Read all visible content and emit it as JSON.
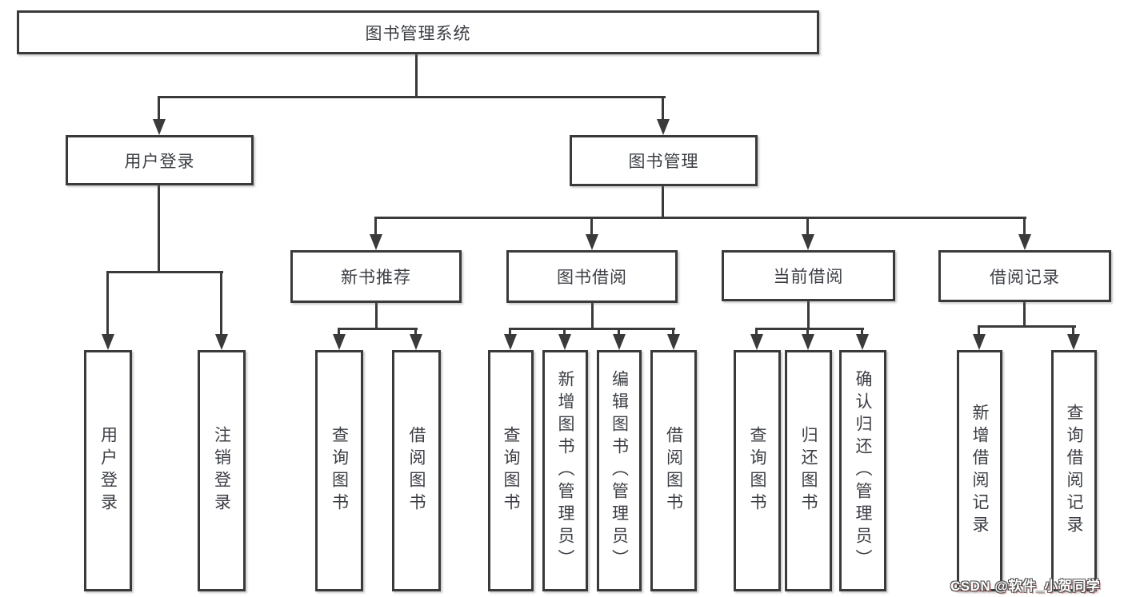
{
  "diagram": {
    "title": "图书管理系统",
    "colors": {
      "line": "#3a3a3a",
      "text": "#3b3e44",
      "background": "#ffffff",
      "watermark_fill": "#ffffff",
      "watermark_outline": "#4e4e4e"
    },
    "nodes": {
      "root": "图书管理系统",
      "user_login": "用户登录",
      "book_mgmt": "图书管理",
      "new_book_rec": "新书推荐",
      "book_borrow": "图书借阅",
      "current_borrow": "当前借阅",
      "borrow_record": "借阅记录",
      "leaf_user_login": "用户登录",
      "leaf_logout": "注销登录",
      "leaf_query_book_1": "查询图书",
      "leaf_borrow_book_1": "借阅图书",
      "leaf_query_book_2": "查询图书",
      "leaf_add_book": "新增图书（管理员）",
      "leaf_edit_book": "编辑图书（管理员）",
      "leaf_borrow_book_2": "借阅图书",
      "leaf_query_book_3": "查询图书",
      "leaf_return_book": "归还图书",
      "leaf_confirm_return": "确认归还（管理员）",
      "leaf_add_record": "新增借阅记录",
      "leaf_query_record": "查询借阅记录"
    },
    "watermark": "CSDN @软件_小贺同学"
  }
}
